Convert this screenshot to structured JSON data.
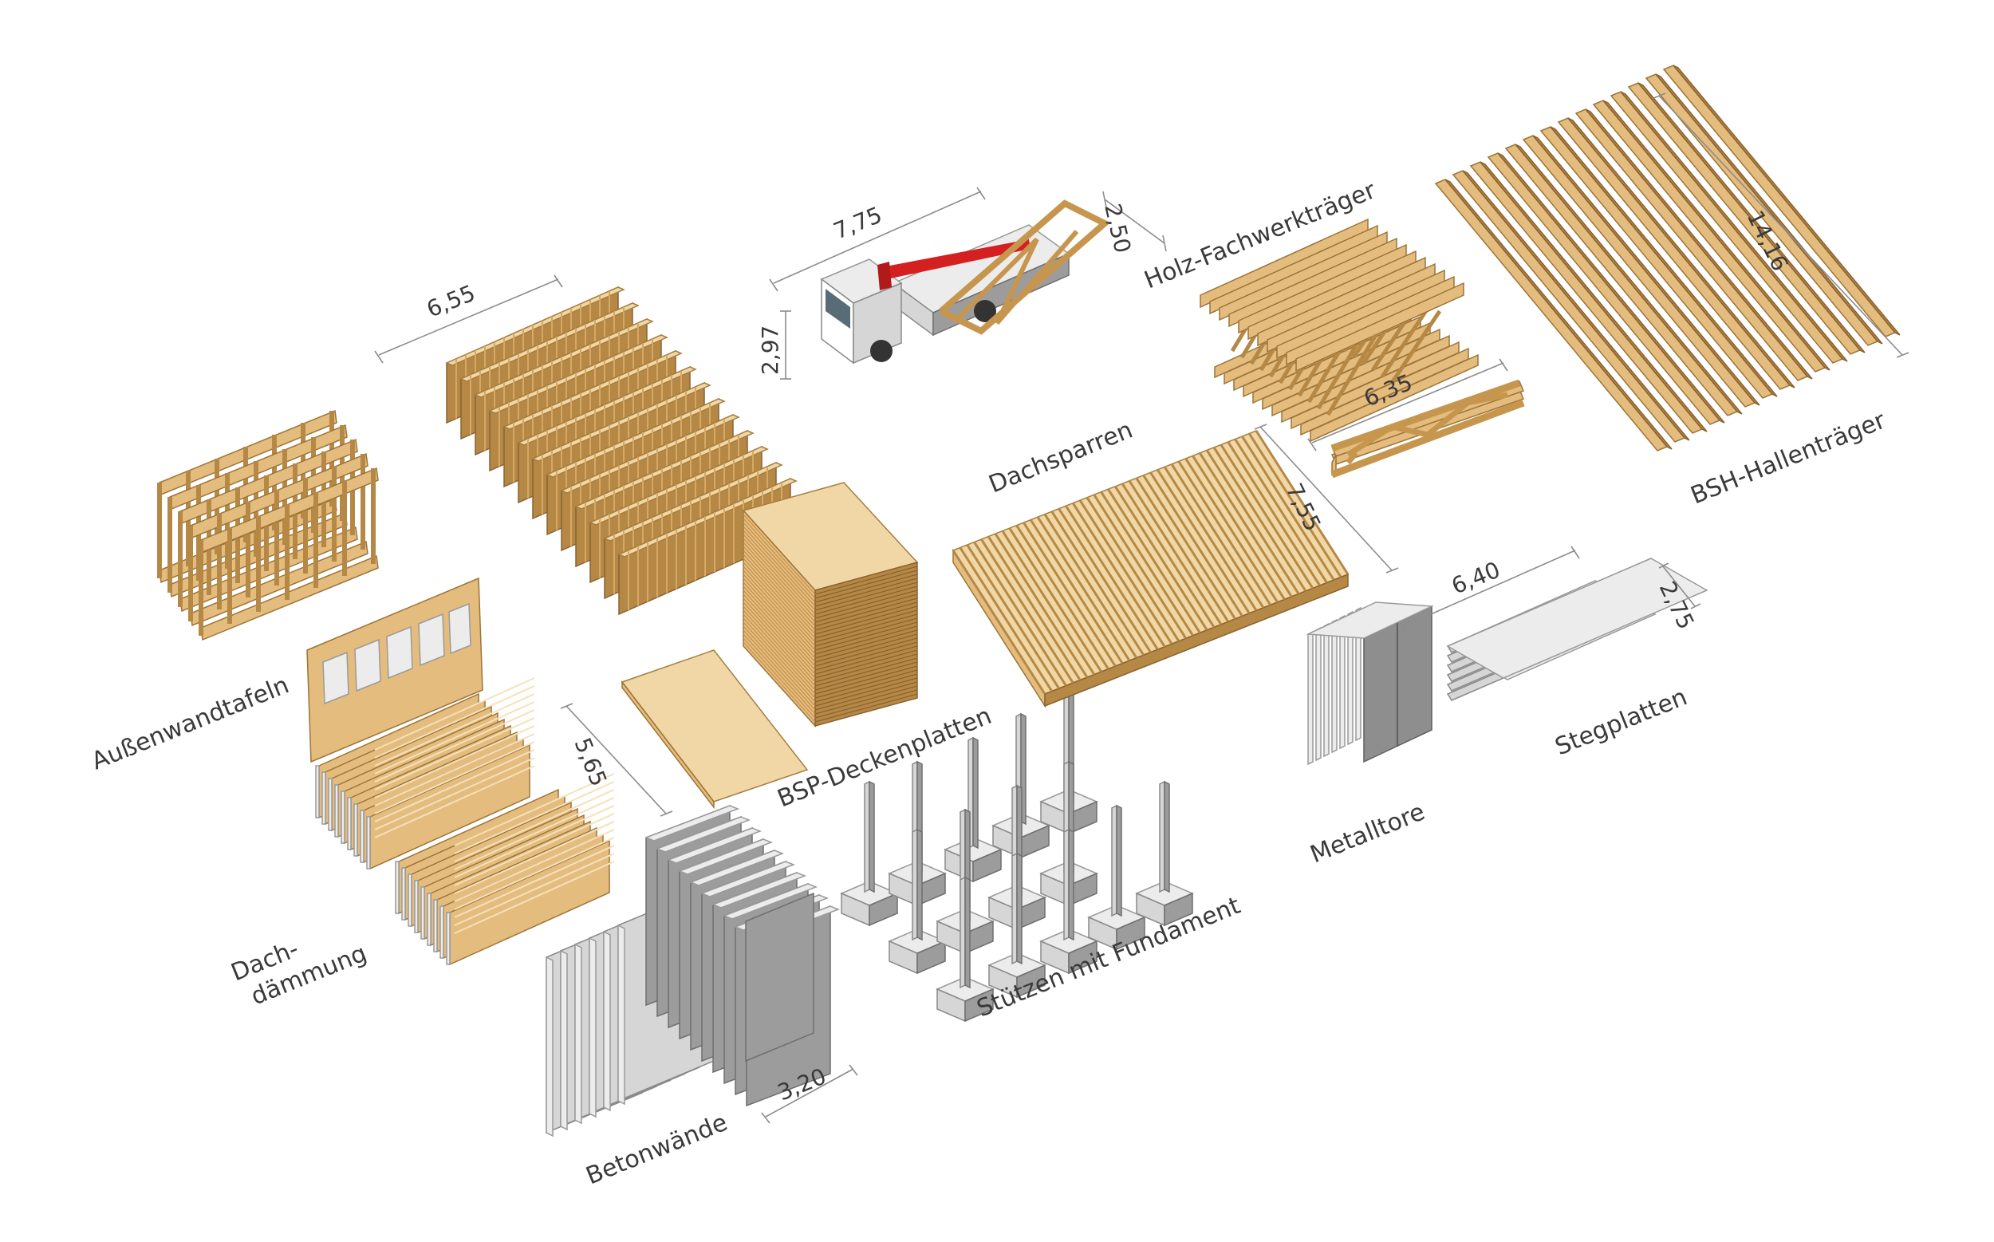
{
  "labels": {
    "aussenwandtafeln": "Außenwandtafeln",
    "dachdaemmung_1": "Dach-",
    "dachdaemmung_2": "dämmung",
    "bsp_deckenplatten": "BSP-Deckenplatten",
    "betonwaende": "Betonwände",
    "stuetzen": "Stützen mit Fundament",
    "dachsparren": "Dachsparren",
    "holz_fachwerktraeger": "Holz-Fachwerkträger",
    "bsh_hallentraeger": "BSH-Hallenträger",
    "metalltore": "Metalltore",
    "stegplatten": "Stegplatten"
  },
  "dimensions": {
    "wall_panels_width": "6,55",
    "truck_length": "7,75",
    "truck_width": "2,50",
    "truck_height": "2,97",
    "truss_length": "6,35",
    "beam_length": "14,16",
    "rafters_length": "7,55",
    "insulation_length": "5,65",
    "concrete_width": "3,20",
    "web_panels_length": "6,40",
    "web_panels_width": "2,75"
  },
  "colors": {
    "wood": "#e4bc7e",
    "concrete": "#d6d6d6",
    "crane": "#d42020",
    "text": "#3a3a3a"
  }
}
